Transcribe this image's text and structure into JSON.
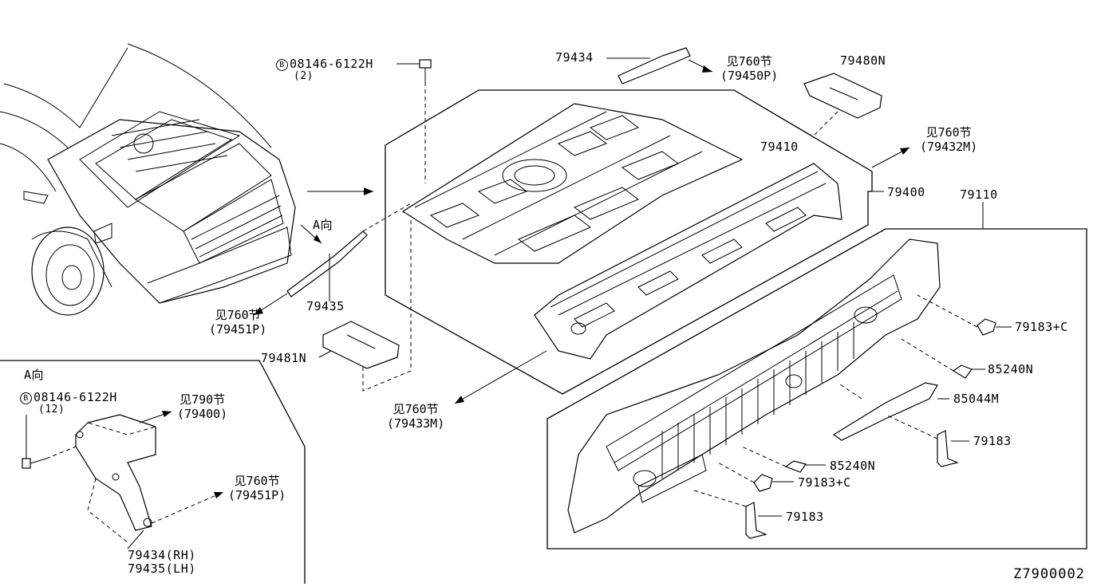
{
  "diagram_code": "Z7900002",
  "view_label_a": "A向",
  "labels": {
    "bolt_top": "08146-6122H",
    "bolt_top_qty": "(2)",
    "p79434": "79434",
    "see760_a": "见760节",
    "see760_a_ref": "(79450P)",
    "p79480N": "79480N",
    "see760_b": "见760节",
    "see760_b_ref": "(79432M)",
    "p79410": "79410",
    "p79400": "79400",
    "p79110": "79110",
    "a_dir": "A向",
    "see760_c": "见760节",
    "see760_c_ref": "(79451P)",
    "p79435": "79435",
    "p79481N": "79481N",
    "see760_d": "见760节",
    "see760_d_ref": "(79433M)",
    "p79183C_1": "79183+C",
    "p85240N_1": "85240N",
    "p85044M": "85044M",
    "p79183_1": "79183",
    "p85240N_2": "85240N",
    "p79183C_2": "79183+C",
    "p79183_2": "79183",
    "inset_title": "A向",
    "bolt_inset": "08146-6122H",
    "bolt_inset_qty": "(12)",
    "see790": "见790节",
    "see790_ref": "(79400)",
    "see760_e": "见760节",
    "see760_e_ref": "(79451P)",
    "p79434RH": "79434(RH)",
    "p79435LH": "79435(LH)"
  },
  "bolt_symbol": "B"
}
